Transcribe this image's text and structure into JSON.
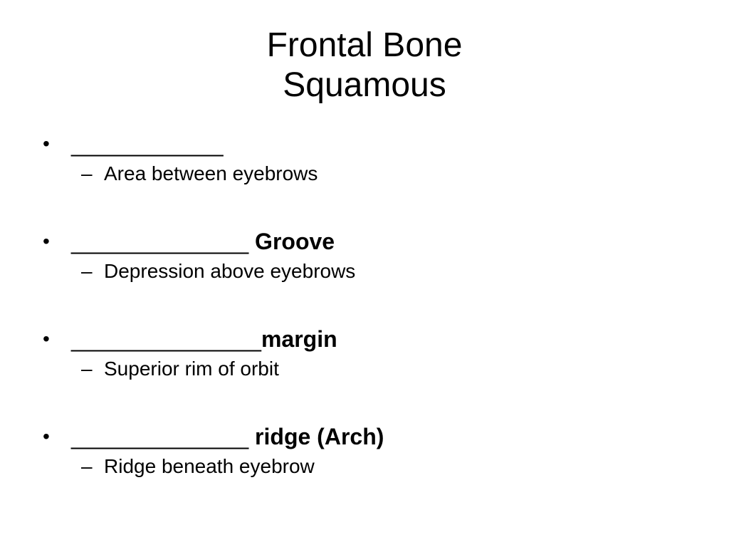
{
  "slide": {
    "title_line1": "Frontal Bone",
    "title_line2": "Squamous",
    "bullet_symbol": "•",
    "dash_symbol": "–",
    "items": [
      {
        "blank": "____________",
        "term": "",
        "description": "Area between eyebrows"
      },
      {
        "blank": "______________",
        "term": " Groove",
        "description": "Depression above eyebrows"
      },
      {
        "blank": "_______________",
        "term": "margin",
        "description": "Superior rim of orbit"
      },
      {
        "blank": "______________",
        "term": " ridge (Arch)",
        "description": "Ridge beneath eyebrow"
      }
    ]
  }
}
